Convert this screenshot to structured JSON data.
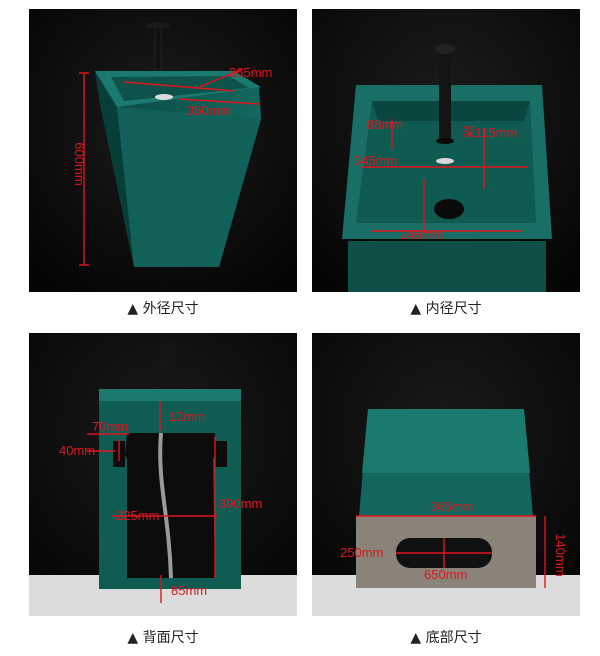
{
  "colors": {
    "basin": "#0e5a52",
    "basin_dark": "#073a35",
    "basin_light": "#2a7a70",
    "dimension": "#e0141e",
    "background_panel": "#0c0c0c",
    "base": "#8a8379"
  },
  "panels": [
    {
      "caption": "▲ 外径尺寸",
      "dims": {
        "width_top": "365mm",
        "depth_top": "360mm",
        "height": "600mm"
      }
    },
    {
      "caption": "▲ 内径尺寸",
      "dims": {
        "inner_a": "88mm",
        "inner_depth": "深115mm",
        "inner_width": "345mm",
        "inner_b": "248mm"
      }
    },
    {
      "caption": "▲ 背面尺寸",
      "dims": {
        "top_gap": "12mm",
        "slot_w": "70mm",
        "slot_h": "40mm",
        "opening_h": "390mm",
        "opening_w": "225mm",
        "bottom": "85mm"
      }
    },
    {
      "caption": "▲ 底部尺寸",
      "dims": {
        "base_w": "365mm",
        "base_h": "140mm",
        "hole_h": "250mm",
        "hole_w": "650mm"
      }
    }
  ]
}
